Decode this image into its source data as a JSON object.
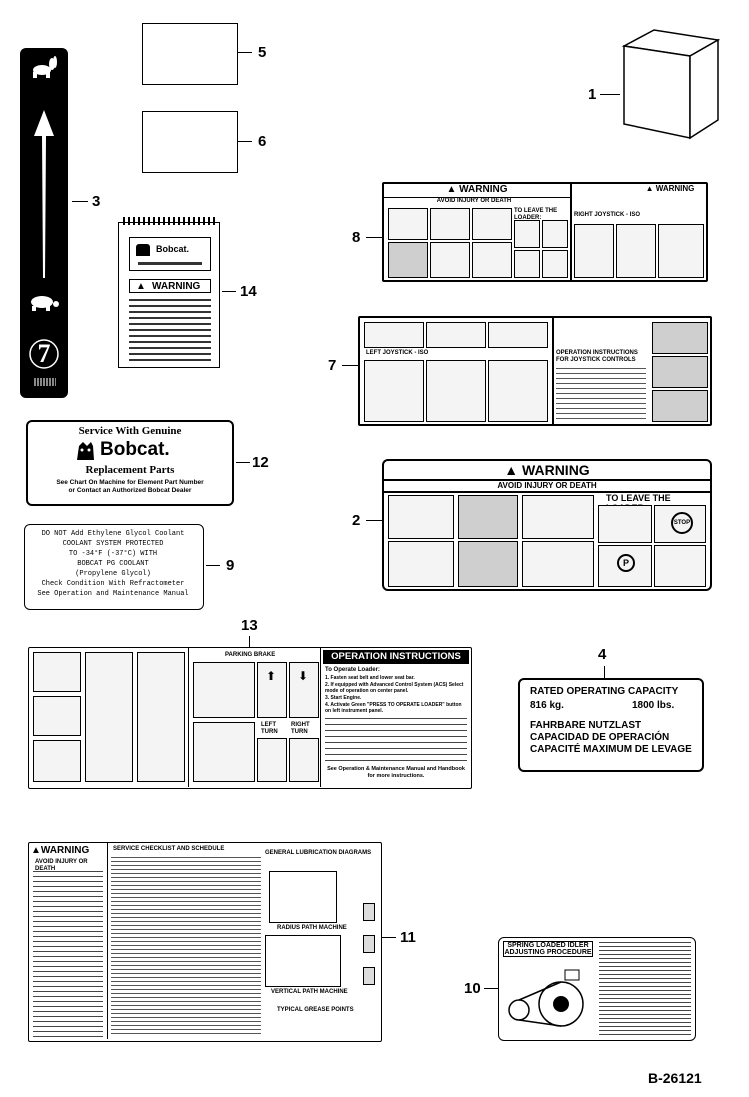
{
  "figure_id": "B-26121",
  "callouts": [
    "1",
    "2",
    "3",
    "4",
    "5",
    "6",
    "7",
    "8",
    "9",
    "10",
    "11",
    "12",
    "13",
    "14"
  ],
  "decal_12": {
    "line1": "Service With Genuine",
    "brand": "Bobcat.",
    "line3": "Replacement Parts",
    "line4": "See Chart On Machine for Element Part Number",
    "line5": "or Contact an Authorized Bobcat Dealer"
  },
  "decal_9": {
    "lines": [
      "DO NOT Add Ethylene Glycol Coolant",
      "COOLANT SYSTEM PROTECTED",
      "TO -34°F (-37°C) WITH",
      "BOBCAT PG COOLANT",
      "(Propylene Glycol)",
      "Check Condition With Refractometer",
      "See Operation and Maintenance Manual"
    ]
  },
  "decal_2": {
    "warning": "WARNING",
    "sub": "AVOID INJURY OR DEATH",
    "leave": "TO LEAVE THE LOADER:"
  },
  "decal_4": {
    "title": "RATED OPERATING CAPACITY",
    "kg": "816 kg.",
    "lbs": "1800 lbs.",
    "de": "FAHRBARE NUTZLAST",
    "es": "CAPACIDAD DE OPERACIÓN",
    "fr": "CAPACITÉ MAXIMUM DE LEVAGE"
  },
  "decal_13": {
    "title": "OPERATION INSTRUCTIONS",
    "parking": "PARKING BRAKE",
    "left": "LEFT TURN",
    "right": "RIGHT TURN",
    "sub": "To Operate Loader:",
    "steps": [
      "1. Fasten seat belt and lower seat bar.",
      "2. If equipped with Advanced Control System (ACS) Select mode of operation on center panel.",
      "3. Start Engine.",
      "4. Activate Green \"PRESS TO OPERATE LOADER\" button on left instrument panel."
    ],
    "footer": "See Operation & Maintenance Manual and Handbook for more instructions."
  },
  "decal_8": {
    "warning": "WARNING",
    "sub": "AVOID INJURY OR DEATH",
    "leave": "TO LEAVE THE LOADER:",
    "right_joy": "RIGHT JOYSTICK - ISO"
  },
  "decal_7": {
    "left_joy": "LEFT JOYSTICK - ISO",
    "ops": "OPERATION INSTRUCTIONS FOR JOYSTICK CONTROLS"
  },
  "decal_14": {
    "brand": "Bobcat.",
    "warning": "WARNING"
  },
  "decal_11": {
    "warning": "WARNING",
    "sub": "AVOID INJURY OR DEATH",
    "checklist": "SERVICE CHECKLIST AND SCHEDULE",
    "lube": "GENERAL LUBRICATION DIAGRAMS",
    "radius": "RADIUS PATH MACHINE",
    "vertical": "VERTICAL PATH MACHINE",
    "grease": "TYPICAL GREASE POINTS"
  },
  "decal_10": {
    "title1": "SPRING LOADED IDLER",
    "title2": "ADJUSTING PROCEDURE"
  },
  "decal_3": {
    "number": "7"
  }
}
